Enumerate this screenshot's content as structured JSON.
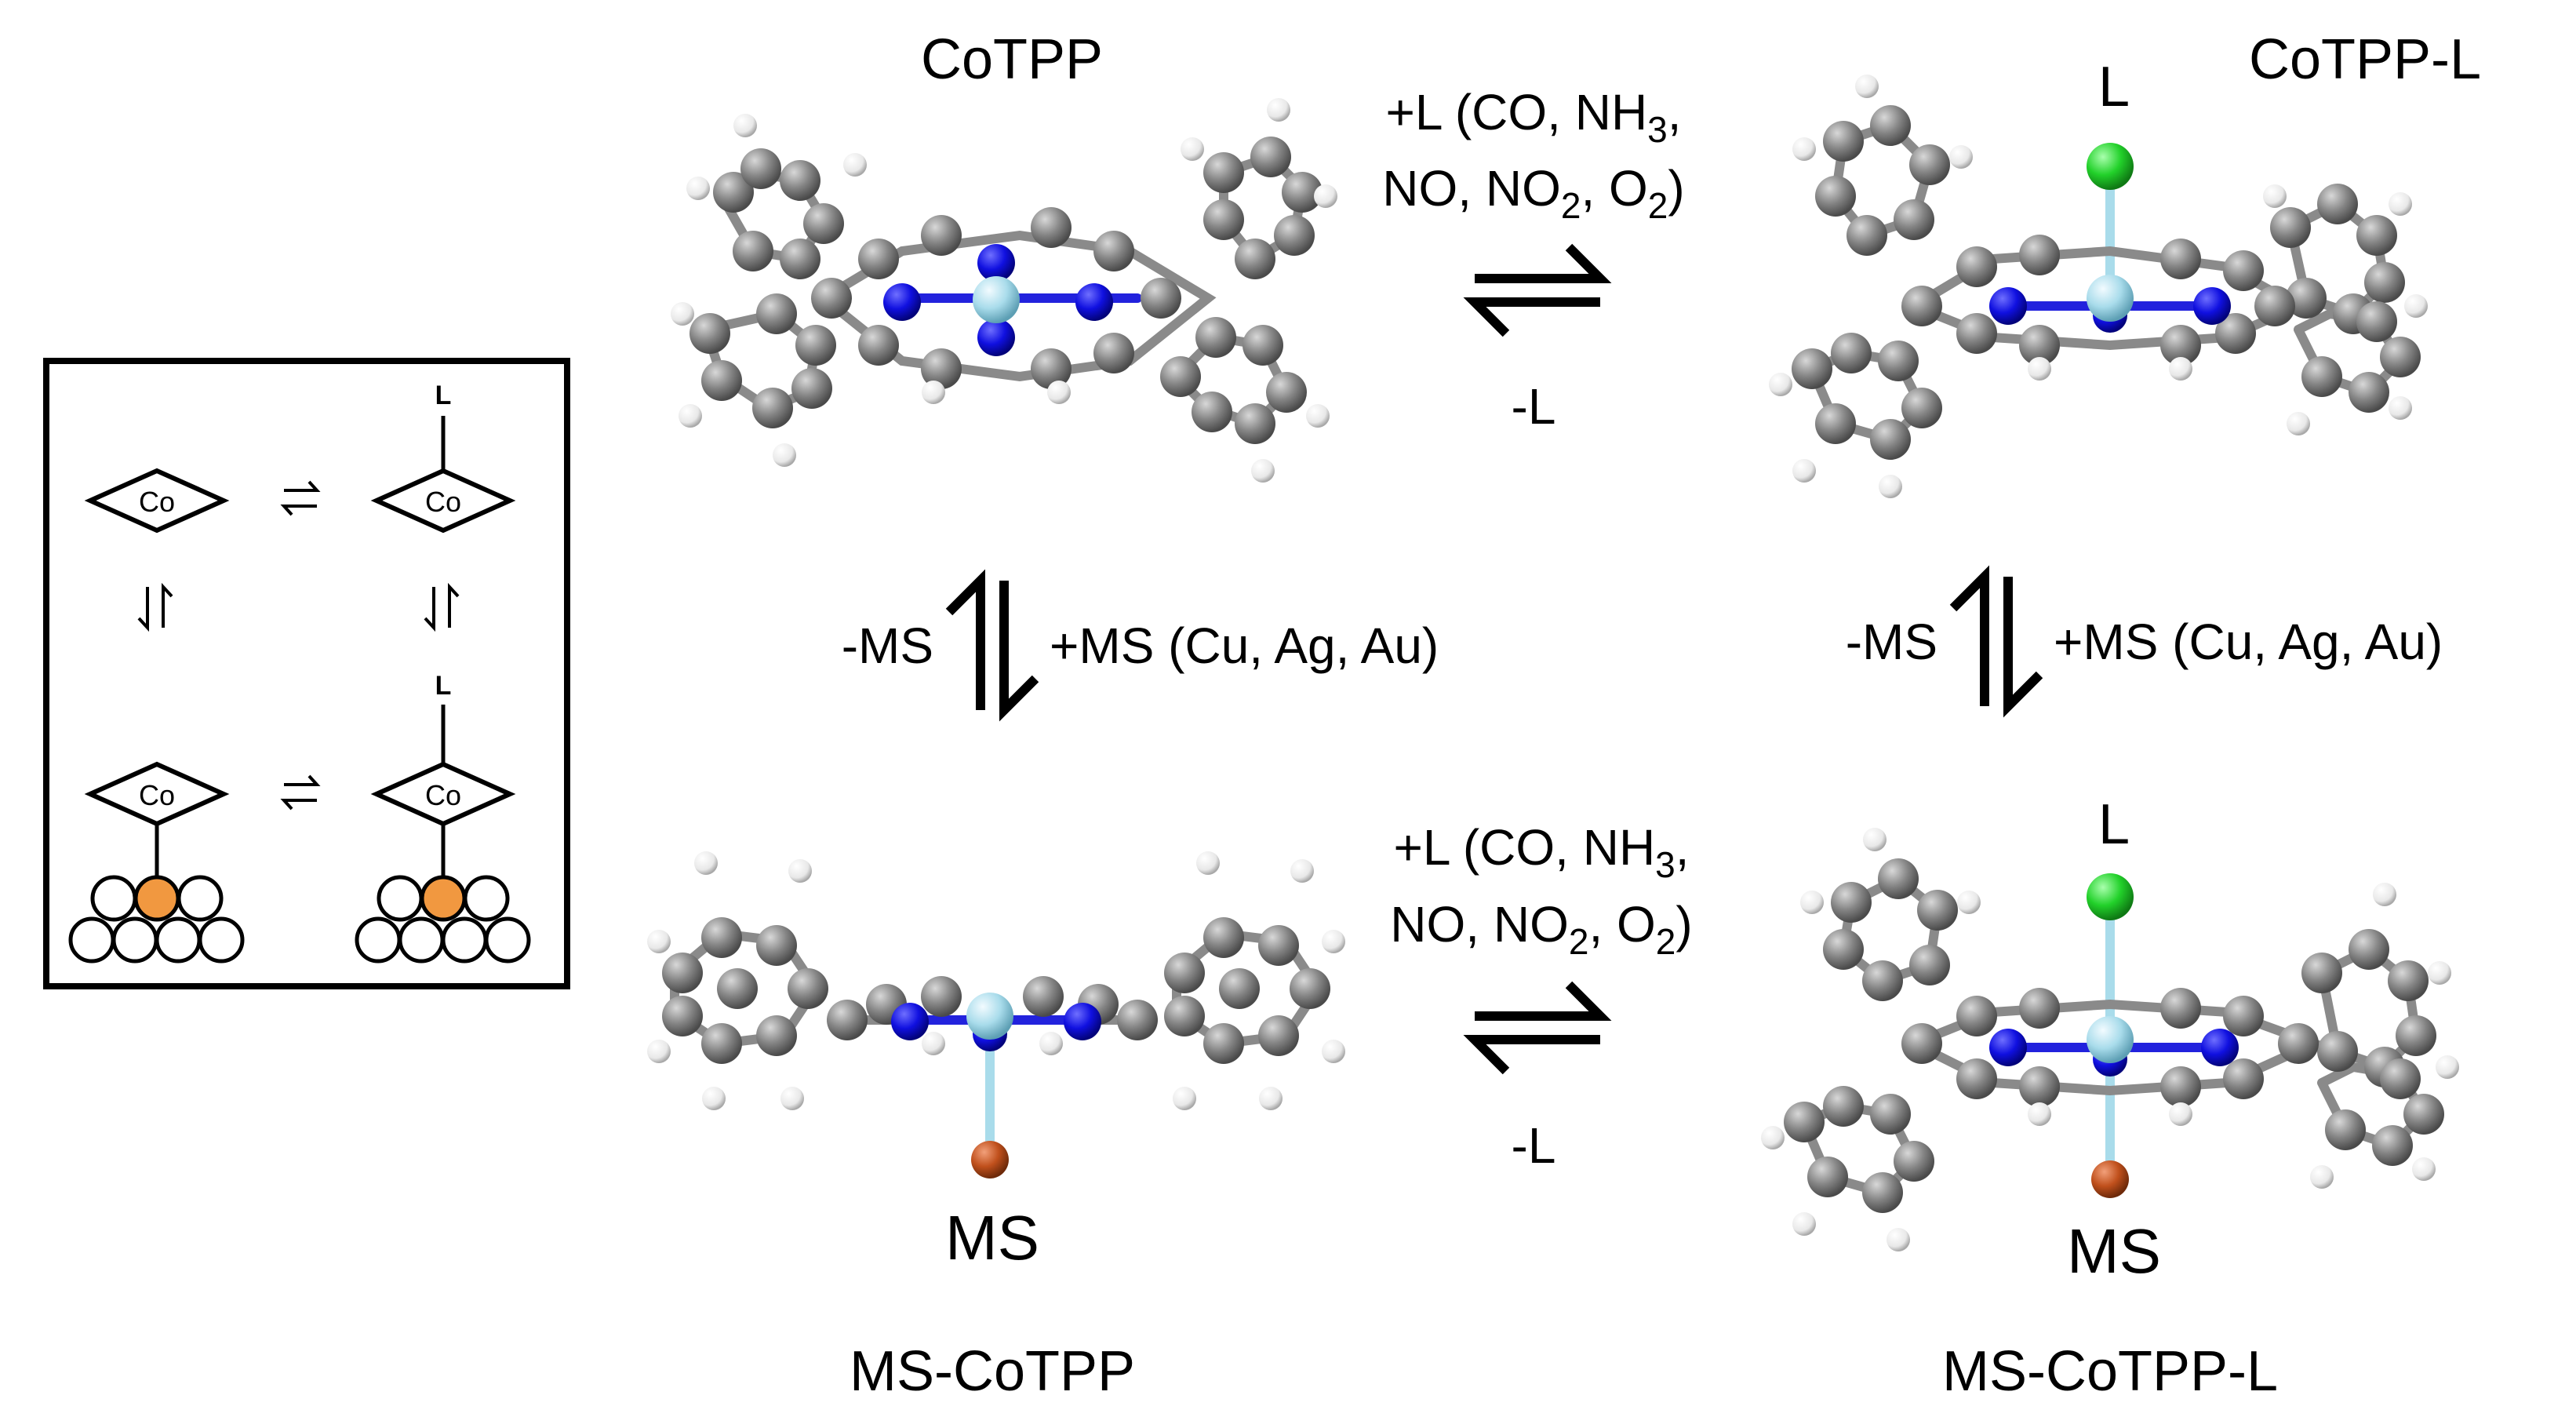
{
  "colors": {
    "carbon": "#7f7f7f",
    "hydrogen": "#ffffff",
    "nitrogen": "#0a0ae0",
    "cobalt": "#a9dceb",
    "ligand": "#22d12a",
    "surface_atom": "#c0501c",
    "highlight_atom": "#f19840",
    "bond": "#8a8a8a"
  },
  "labels": {
    "cotpp": "CoTPP",
    "cotpp_l": "CoTPP-L",
    "ms_cotpp": "MS-CoTPP",
    "ms_cotpp_l": "MS-CoTPP-L",
    "ligand_label": "L",
    "surface_label": "MS"
  },
  "reactions": {
    "top_forward_prefix": "+L (CO, NH",
    "top_forward_sub1": "3",
    "top_forward_suffix": ",",
    "top_forward_line2_a": "NO, NO",
    "top_forward_sub2": "2",
    "top_forward_line2_b": ", O",
    "top_forward_sub3": "2",
    "top_forward_line2_c": ")",
    "reverse": "-L",
    "surface_remove": "-MS",
    "surface_add": "+MS (Cu, Ag, Au)"
  },
  "scheme_inset": {
    "co_label": "Co",
    "l_label": "L"
  }
}
